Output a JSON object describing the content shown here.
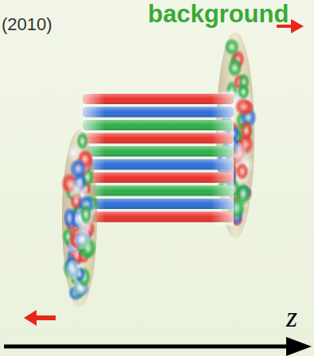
{
  "diagram": {
    "labels": [
      "background",
      "(2010)",
      "z"
    ]
  }
}
